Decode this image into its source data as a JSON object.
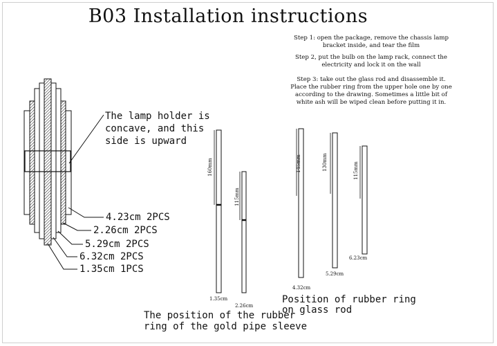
{
  "title": "B03 Installation instructions",
  "steps": {
    "step1": "Step 1: open the package, remove the chassis lamp bracket inside, and tear the film",
    "step2": "Step 2, put the bulb on the lamp rack, connect the electricity and lock it on the wall",
    "step3": "Step 3: take out the glass rod and disassemble it. Place the rubber ring from the upper hole one by one according to the drawing. Sometimes a little bit of white ash will be wiped clean before putting it in."
  },
  "lamp_note": {
    "line1": "The lamp holder is",
    "line2": "concave, and this",
    "line3": "side is upward"
  },
  "parts": [
    "4.23cm 2PCS",
    "2.26cm 2PCS",
    "5.29cm 2PCS",
    "6.32cm 2PCS",
    "1.35cm 1PCS"
  ],
  "gold_sleeve": {
    "rods": [
      {
        "marker": "160mm",
        "label": "1.35cm"
      },
      {
        "marker": "115mm",
        "label": "2.26cm"
      }
    ],
    "caption_line1": "The position of the rubber",
    "caption_line2": "ring of the gold pipe sleeve"
  },
  "glass_rod": {
    "rods": [
      {
        "marker": "145mm",
        "label": "4.32cm"
      },
      {
        "marker": "130mm",
        "label": "5.29cm"
      },
      {
        "marker": "115mm",
        "label": "6.23cm"
      }
    ],
    "caption_line1": "Position of rubber ring",
    "caption_line2": "on glass rod"
  }
}
